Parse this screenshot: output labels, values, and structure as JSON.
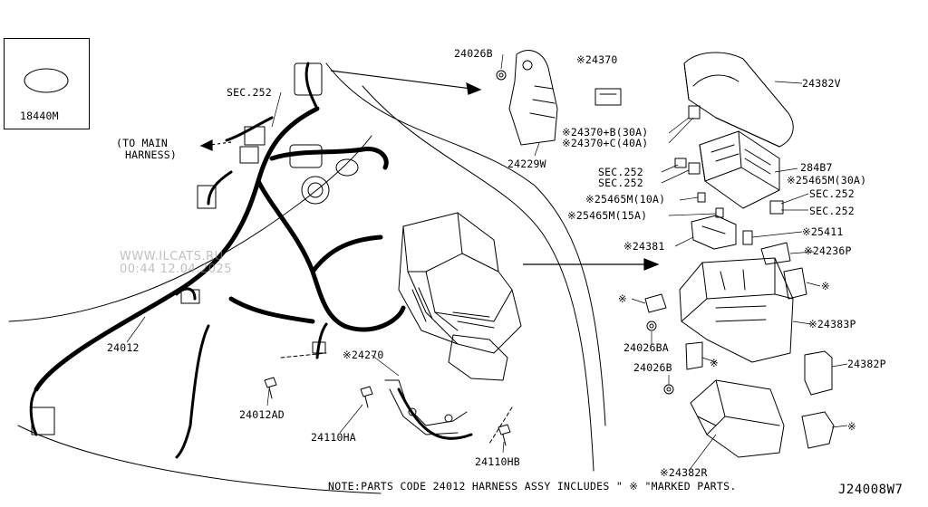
{
  "diagram": {
    "id": "J24008W7",
    "note": "NOTE:PARTS CODE 24012  HARNESS ASSY INCLUDES \" ※ \"MARKED PARTS.",
    "watermark": [
      "WWW.ILCATS.RU",
      "00:44 12.04.2025"
    ],
    "to_main_harness": [
      "(TO MAIN",
      "HARNESS)"
    ]
  },
  "labels": {
    "p18440M": "18440M",
    "sec252_a": "SEC.252",
    "p24012": "24012",
    "p24012AD": "24012AD",
    "p24110HA": "24110HA",
    "p24110HB": "24110HB",
    "p24270": "※24270",
    "p24026B_top": "24026B",
    "p24229W": "24229W",
    "p24370": "※24370",
    "p24370B": "※24370+B(30A)",
    "p24370C": "※24370+C(40A)",
    "p24382V": "24382V",
    "p284B7": "284B7",
    "sec252_b": "SEC.252",
    "sec252_c": "SEC.252",
    "p25465M30": "※25465M(30A)",
    "p25465M10": "※25465M(10A)",
    "p25465M15": "※25465M(15A)",
    "sec252_d": "SEC.252",
    "sec252_e": "SEC.252",
    "p24381": "※24381",
    "p25411": "※25411",
    "p24236P": "※24236P",
    "mark_a": "※",
    "mark_b": "※",
    "mark_c": "※",
    "mark_d": "※",
    "p24026BA": "24026BA",
    "p24026B_mid": "24026B",
    "p24383P": "※24383P",
    "p24382P": "24382P",
    "p24382R": "※24382R"
  }
}
